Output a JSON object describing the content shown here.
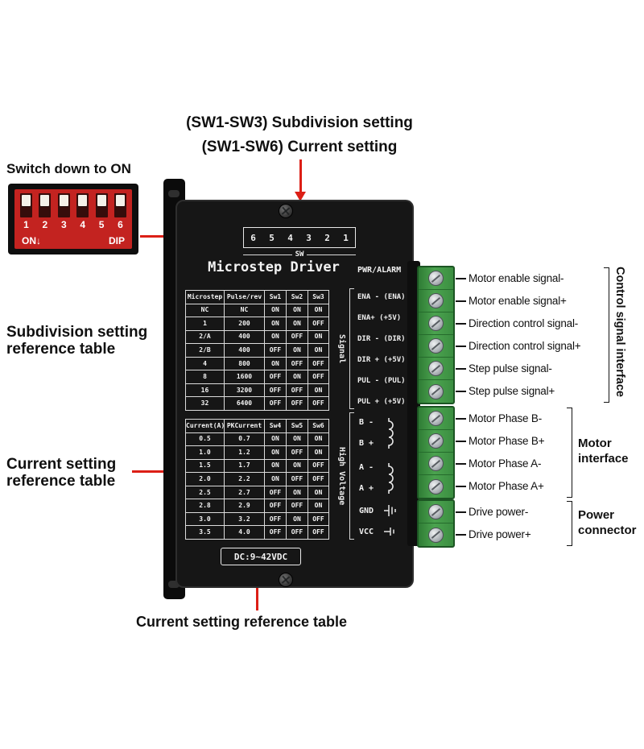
{
  "colors": {
    "arrow_red": "#dc1f16",
    "driver_body": "#161616",
    "terminal_green": "#4ba34f",
    "dip_switch_red": "#c32320",
    "label_text": "#101010",
    "panel_text": "#f3f3f3"
  },
  "annotations": {
    "top_line1": "(SW1-SW3) Subdivision setting",
    "top_line2": "(SW1-SW6) Current setting",
    "switch_down_to_on": "Switch down to ON",
    "subdivision_ref": [
      "Subdivision setting",
      "reference table"
    ],
    "current_ref": [
      "Current setting",
      "reference table"
    ],
    "bottom_caption": "Current setting reference table"
  },
  "dip_switch": {
    "numbers": [
      "1",
      "2",
      "3",
      "4",
      "5",
      "6"
    ],
    "on_label": "ON",
    "on_arrow": "↓",
    "dip_label": "DIP"
  },
  "driver": {
    "sw_numbers": [
      "6",
      "5",
      "4",
      "3",
      "2",
      "1"
    ],
    "sw_label": "SW",
    "title": "Microstep Driver",
    "pwr_alarm": "PWR/ALARM",
    "signal_group_label": "Signal",
    "high_voltage_group_label": "High Voltage",
    "signal_pins": [
      "ENA - (ENA)",
      "ENA+ (+5V)",
      "DIR - (DIR)",
      "DIR + (+5V)",
      "PUL - (PUL)",
      "PUL + (+5V)"
    ],
    "hv_pins": [
      "B -",
      "B +",
      "A -",
      "A +",
      "GND",
      "VCC"
    ],
    "dc_rating": "DC:9~42VDC"
  },
  "subdivision_table": {
    "headers": [
      "Microstep",
      "Pulse/rev",
      "Sw1",
      "Sw2",
      "Sw3"
    ],
    "rows": [
      [
        "NC",
        "NC",
        "ON",
        "ON",
        "ON"
      ],
      [
        "1",
        "200",
        "ON",
        "ON",
        "OFF"
      ],
      [
        "2/A",
        "400",
        "ON",
        "OFF",
        "ON"
      ],
      [
        "2/B",
        "400",
        "OFF",
        "ON",
        "ON"
      ],
      [
        "4",
        "800",
        "ON",
        "OFF",
        "OFF"
      ],
      [
        "8",
        "1600",
        "OFF",
        "ON",
        "OFF"
      ],
      [
        "16",
        "3200",
        "OFF",
        "OFF",
        "ON"
      ],
      [
        "32",
        "6400",
        "OFF",
        "OFF",
        "OFF"
      ]
    ]
  },
  "current_table": {
    "headers": [
      "Current(A)",
      "PKCurrent",
      "Sw4",
      "Sw5",
      "Sw6"
    ],
    "rows": [
      [
        "0.5",
        "0.7",
        "ON",
        "ON",
        "ON"
      ],
      [
        "1.0",
        "1.2",
        "ON",
        "OFF",
        "ON"
      ],
      [
        "1.5",
        "1.7",
        "ON",
        "ON",
        "OFF"
      ],
      [
        "2.0",
        "2.2",
        "ON",
        "OFF",
        "OFF"
      ],
      [
        "2.5",
        "2.7",
        "OFF",
        "ON",
        "ON"
      ],
      [
        "2.8",
        "2.9",
        "OFF",
        "OFF",
        "ON"
      ],
      [
        "3.0",
        "3.2",
        "OFF",
        "ON",
        "OFF"
      ],
      [
        "3.5",
        "4.0",
        "OFF",
        "OFF",
        "OFF"
      ]
    ]
  },
  "terminals": {
    "labels": [
      "Motor enable signal-",
      "Motor enable signal+",
      "Direction control signal-",
      "Direction control signal+",
      "Step pulse signal-",
      "Step pulse signal+",
      "Motor Phase B-",
      "Motor Phase B+",
      "Motor Phase A-",
      "Motor Phase A+",
      "Drive power-",
      "Drive power+"
    ]
  },
  "interface_groups": {
    "control": "Control signal interface",
    "motor": [
      "Motor",
      "interface"
    ],
    "power": [
      "Power",
      "connector"
    ]
  }
}
